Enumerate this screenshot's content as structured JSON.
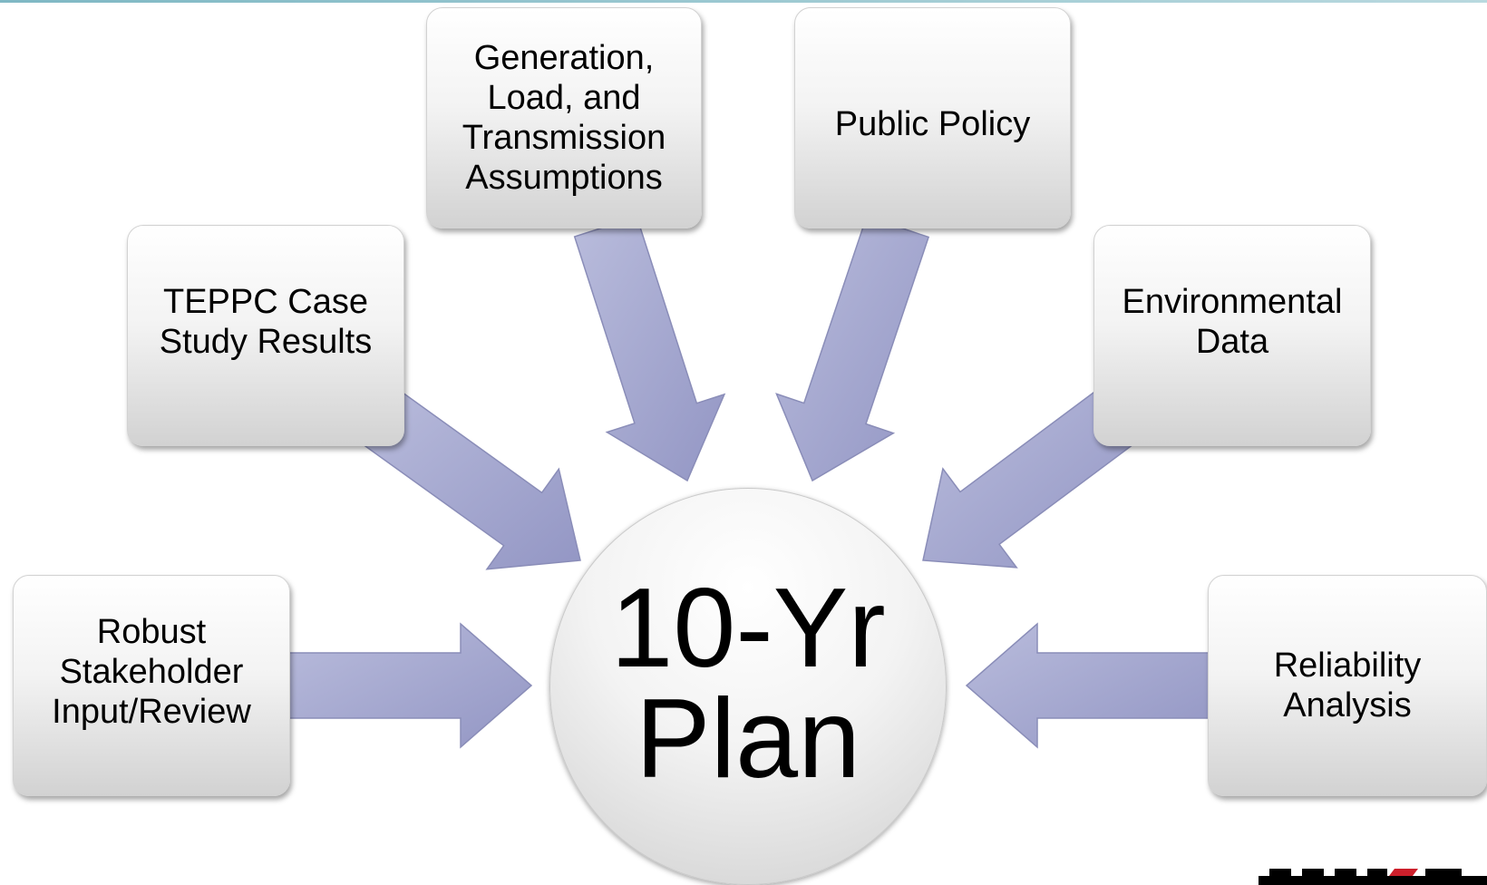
{
  "diagram": {
    "center": {
      "label": "10-Yr\nPlan"
    },
    "inputs": [
      {
        "id": "generation",
        "label": "Generation,\nLoad, and\nTransmission\nAssumptions"
      },
      {
        "id": "public-policy",
        "label": "Public Policy"
      },
      {
        "id": "teppc",
        "label": "TEPPC Case\nStudy Results"
      },
      {
        "id": "environmental",
        "label": "Environmental\nData"
      },
      {
        "id": "stakeholder",
        "label": "Robust\nStakeholder\nInput/Review"
      },
      {
        "id": "reliability",
        "label": "Reliability\nAnalysis"
      }
    ],
    "colors": {
      "arrow_fill": "#a3a6cc",
      "arrow_edge": "#8a8db8",
      "box_top": "#ffffff",
      "box_bottom": "#d2d2d2",
      "logo_red": "#cc1f2b"
    }
  }
}
